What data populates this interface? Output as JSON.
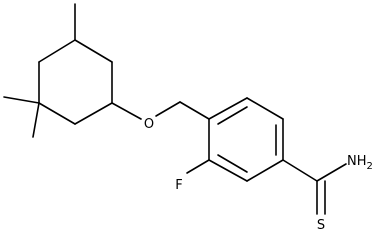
{
  "molecule": {
    "atom_labels": {
      "oxygen": "O",
      "fluorine": "F",
      "amine": "NH2",
      "sulfur": "S"
    },
    "colors": {
      "bond": "#000000",
      "background": "#ffffff"
    }
  }
}
